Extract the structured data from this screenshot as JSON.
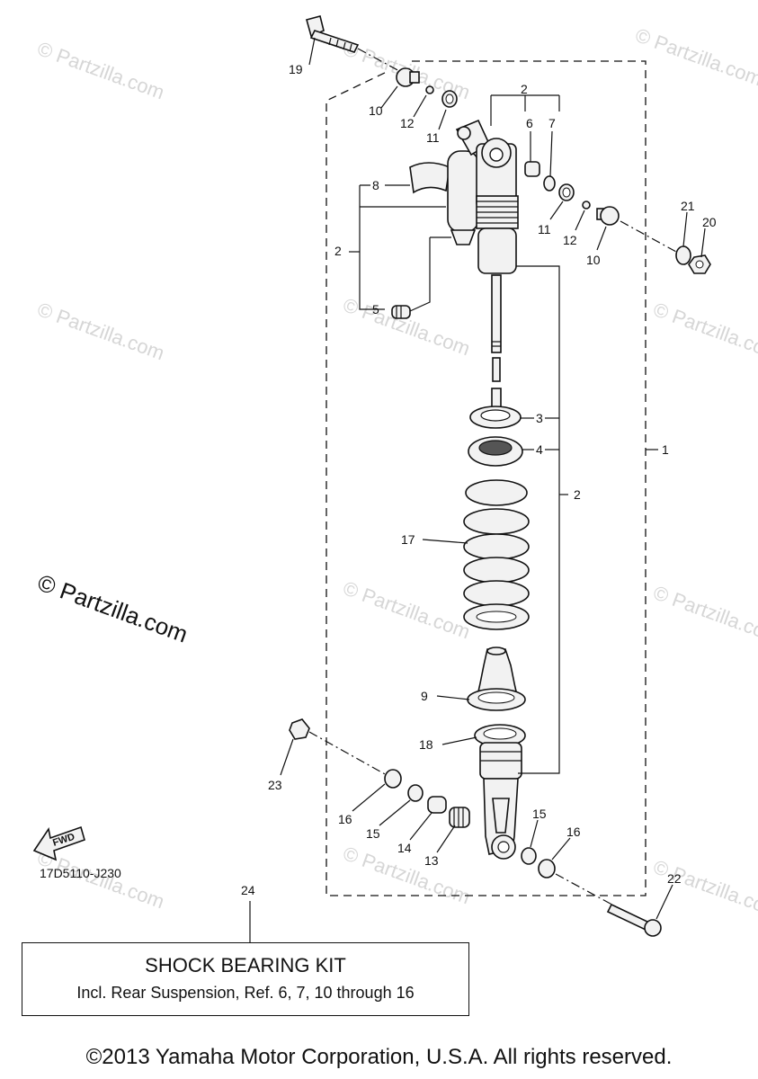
{
  "watermark": {
    "text": "© Partzilla.com",
    "large_text": "© Partzilla.com"
  },
  "callouts": {
    "c1": "1",
    "c2a": "2",
    "c2b": "2",
    "c2c": "2",
    "c3": "3",
    "c4": "4",
    "c5": "5",
    "c6": "6",
    "c7": "7",
    "c8": "8",
    "c9": "9",
    "c10a": "10",
    "c10b": "10",
    "c11a": "11",
    "c11b": "11",
    "c12a": "12",
    "c12b": "12",
    "c13": "13",
    "c14": "14",
    "c15a": "15",
    "c15b": "15",
    "c16a": "16",
    "c16b": "16",
    "c17": "17",
    "c18": "18",
    "c19": "19",
    "c20": "20",
    "c21": "21",
    "c22": "22",
    "c23": "23",
    "c24": "24"
  },
  "fwd_label": "FWD",
  "figure_code": "17D5110-J230",
  "kit": {
    "title": "SHOCK BEARING KIT",
    "description": "Incl. Rear Suspension, Ref. 6, 7, 10 through 16"
  },
  "copyright": "©2013 Yamaha Motor Corporation, U.S.A. All rights reserved.",
  "colors": {
    "line": "#111111",
    "watermark": "#d6d6d6",
    "background": "#ffffff"
  }
}
